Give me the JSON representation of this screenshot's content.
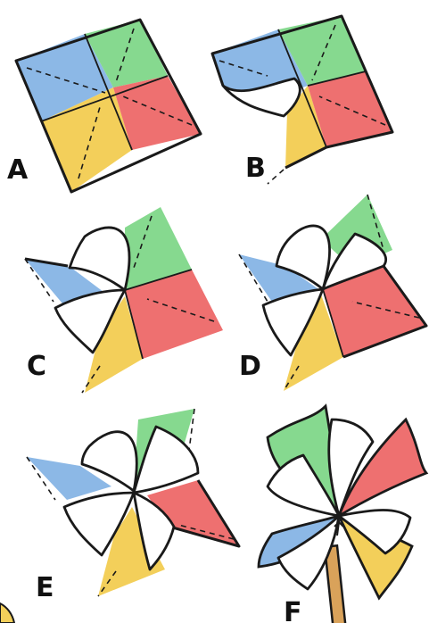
{
  "steps": [
    {
      "label": "A"
    },
    {
      "label": "B"
    },
    {
      "label": "C"
    },
    {
      "label": "D"
    },
    {
      "label": "E"
    },
    {
      "label": "F"
    }
  ],
  "colors": {
    "blue": "#8cb8e6",
    "green": "#86d98f",
    "yellow": "#f3cf5a",
    "red": "#ee7070",
    "stick": "#d9a25a",
    "outline": "#1a1a1a"
  }
}
